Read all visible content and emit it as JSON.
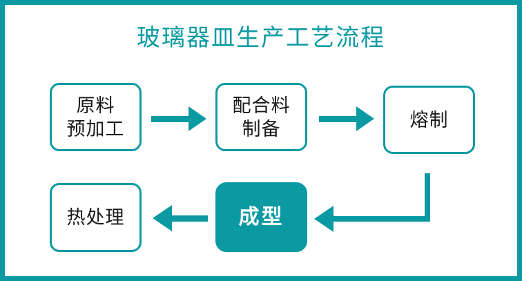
{
  "theme": {
    "accent": "#0b9aa2",
    "text_dark": "#1a1a1a",
    "text_light": "#ffffff",
    "background": "#ffffff"
  },
  "title": "玻璃器皿生产工艺流程",
  "chart_data": {
    "type": "diagram",
    "title": "玻璃器皿生产工艺流程",
    "diagram_kind": "process-flowchart",
    "orientation": "serpentine (row 1 left-to-right, row 2 right-to-left)",
    "nodes": [
      {
        "id": "raw",
        "label_lines": [
          "原料",
          "预加工"
        ],
        "style": "outlined",
        "row": 1,
        "order": 1
      },
      {
        "id": "batch",
        "label_lines": [
          "配合料",
          "制备"
        ],
        "style": "outlined",
        "row": 1,
        "order": 2
      },
      {
        "id": "melt",
        "label_lines": [
          "熔制"
        ],
        "style": "outlined",
        "row": 1,
        "order": 3
      },
      {
        "id": "forming",
        "label_lines": [
          "成型"
        ],
        "style": "filled",
        "row": 2,
        "order": 4
      },
      {
        "id": "annealing",
        "label_lines": [
          "热处理"
        ],
        "style": "outlined",
        "row": 2,
        "order": 5
      }
    ],
    "edges": [
      {
        "from": "raw",
        "to": "batch",
        "shape": "straight",
        "direction": "right"
      },
      {
        "from": "batch",
        "to": "melt",
        "shape": "straight",
        "direction": "right"
      },
      {
        "from": "melt",
        "to": "forming",
        "shape": "elbow",
        "direction": "down-then-left"
      },
      {
        "from": "forming",
        "to": "annealing",
        "shape": "straight",
        "direction": "left"
      }
    ]
  },
  "nodes": {
    "raw": {
      "line1": "原料",
      "line2": "预加工"
    },
    "batch": {
      "line1": "配合料",
      "line2": "制备"
    },
    "melt": {
      "line1": "熔制"
    },
    "forming": {
      "line1": "成型"
    },
    "annealing": {
      "line1": "热处理"
    }
  }
}
